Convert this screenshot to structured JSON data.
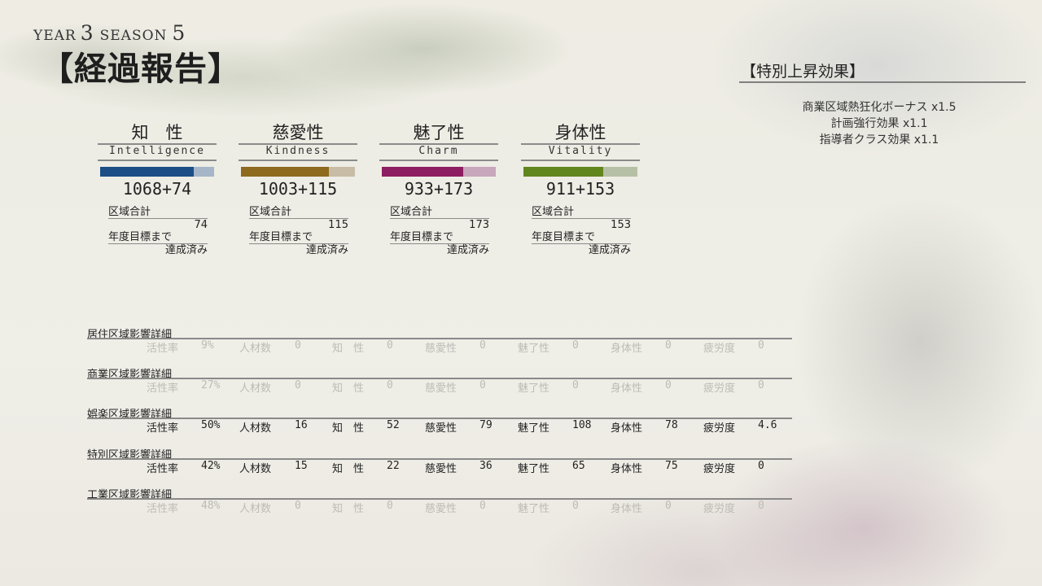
{
  "header": {
    "year_label": "YEAR",
    "year": "3",
    "season_label": "SEASON",
    "season": "5",
    "title": "【経過報告】"
  },
  "special": {
    "title": "【特別上昇効果】",
    "items": [
      "商業区域熱狂化ボーナス x1.5",
      "計画強行効果 x1.1",
      "指導者クラス効果 x1.1"
    ]
  },
  "stats": [
    {
      "name": "知　性",
      "en": "Intelligence",
      "value": "1068+74",
      "base": 1068,
      "bonus": 74,
      "base_color": "#1d4e86",
      "bonus_color": "#a6b6c8",
      "zone_total_label": "区域合計",
      "zone_total": "74",
      "goal_label": "年度目標まで",
      "goal": "達成済み"
    },
    {
      "name": "慈愛性",
      "en": "Kindness",
      "value": "1003+115",
      "base": 1003,
      "bonus": 115,
      "base_color": "#8e6a1e",
      "bonus_color": "#c8bca6",
      "zone_total_label": "区域合計",
      "zone_total": "115",
      "goal_label": "年度目標まで",
      "goal": "達成済み"
    },
    {
      "name": "魅了性",
      "en": "Charm",
      "value": "933+173",
      "base": 933,
      "bonus": 173,
      "base_color": "#8e1e62",
      "bonus_color": "#c8a6bc",
      "zone_total_label": "区域合計",
      "zone_total": "173",
      "goal_label": "年度目標まで",
      "goal": "達成済み"
    },
    {
      "name": "身体性",
      "en": "Vitality",
      "value": "911+153",
      "base": 911,
      "bonus": 153,
      "base_color": "#62861e",
      "bonus_color": "#b6c0a6",
      "zone_total_label": "区域合計",
      "zone_total": "153",
      "goal_label": "年度目標まで",
      "goal": "達成済み"
    }
  ],
  "zone_columns": [
    "活性率",
    "人材数",
    "知　性",
    "慈愛性",
    "魅了性",
    "身体性",
    "疲労度"
  ],
  "zones": [
    {
      "title": "居住区域影響詳細",
      "active": false,
      "values": [
        "9%",
        "0",
        "0",
        "0",
        "0",
        "0",
        "0"
      ]
    },
    {
      "title": "商業区域影響詳細",
      "active": false,
      "values": [
        "27%",
        "0",
        "0",
        "0",
        "0",
        "0",
        "0"
      ]
    },
    {
      "title": "娯楽区域影響詳細",
      "active": true,
      "values": [
        "50%",
        "16",
        "52",
        "79",
        "108",
        "78",
        "4.6"
      ]
    },
    {
      "title": "特別区域影響詳細",
      "active": true,
      "values": [
        "42%",
        "15",
        "22",
        "36",
        "65",
        "75",
        "0"
      ]
    },
    {
      "title": "工業区域影響詳細",
      "active": false,
      "values": [
        "48%",
        "0",
        "0",
        "0",
        "0",
        "0",
        "0"
      ]
    }
  ],
  "bar_scale_max": 1300
}
